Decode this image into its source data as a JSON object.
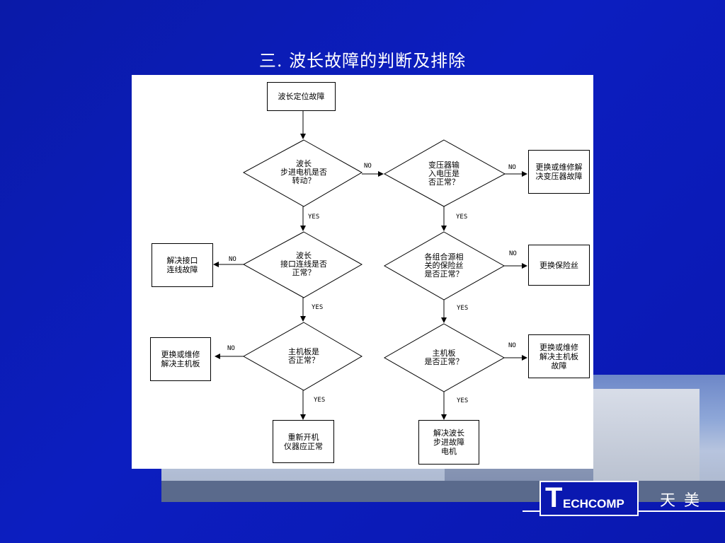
{
  "title": "三. 波长故障的判断及排除",
  "flow": {
    "start": "波长定位故障",
    "d1": "波长\n步进电机是否\n转动？",
    "d2": "波长\n接口连线是否\n正常？",
    "d3": "主机板是\n否正常？",
    "d4": "变压器输\n入电压是\n否正常？",
    "d5": "各组合源相\n关的保险丝\n是否正常？",
    "d6": "主机板\n是否正常？",
    "r_interface": "解决接口\n连线故障",
    "r_mainboard": "更换或维修\n解决主机板",
    "r_restart": "重新开机\n仪器应正常",
    "r_transformer": "更换或维修解\n决变压器故障",
    "r_fuse": "更换保险丝",
    "r_mainboard2": "更换或维修\n解决主机板\n故障",
    "r_motor": "解决波长\n步进故障\n电机",
    "yes": "YES",
    "no": "NO"
  },
  "logo": {
    "brand_letter": "T",
    "brand_rest": "ECHCOMP",
    "chinese": "天美"
  }
}
